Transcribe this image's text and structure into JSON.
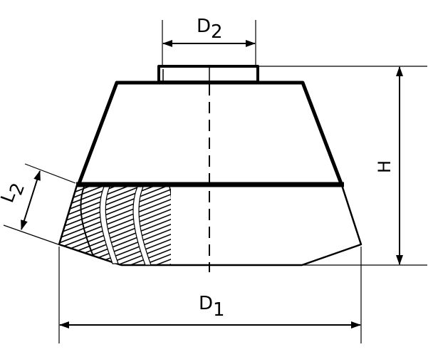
{
  "diagram": {
    "colors": {
      "stroke": "#000000",
      "background": "#ffffff"
    },
    "labels": {
      "d2": {
        "main": "D",
        "sub": "2"
      },
      "d1": {
        "main": "D",
        "sub": "1"
      },
      "h": {
        "main": "H"
      },
      "l2": {
        "main": "L",
        "sub": "2"
      }
    }
  }
}
